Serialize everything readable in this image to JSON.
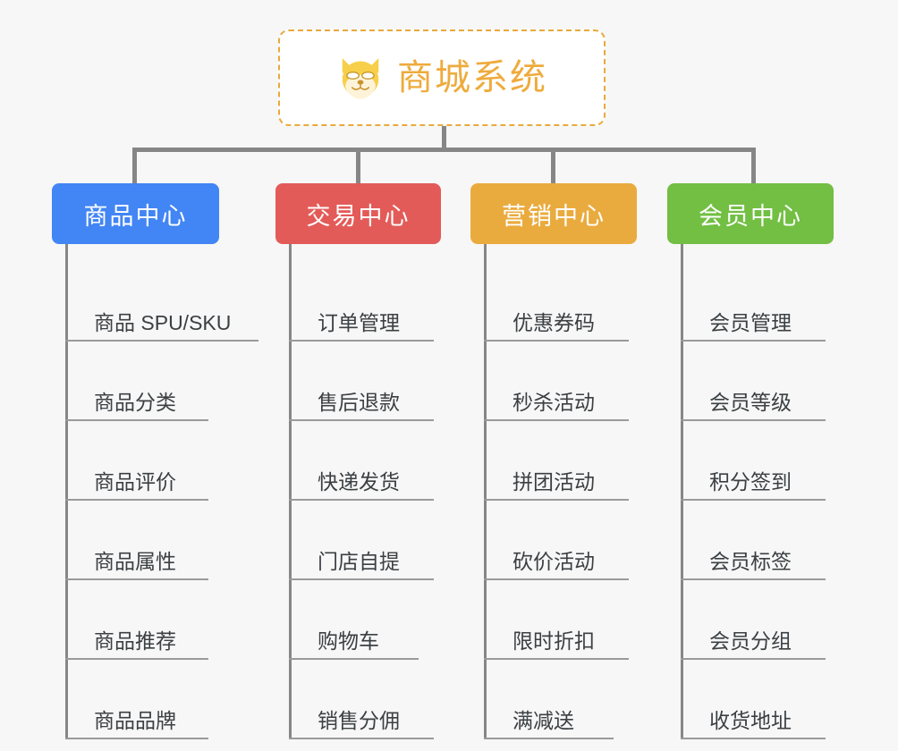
{
  "background_color": "#f7f7f7",
  "root": {
    "title": "商城系统",
    "icon": "shiba-dog-emoji",
    "border_color": "#e9a93c",
    "text_color": "#eeab3c"
  },
  "columns": [
    {
      "category": "商品中心",
      "color": "#4285f4",
      "items": [
        "商品 SPU/SKU",
        "商品分类",
        "商品评价",
        "商品属性",
        "商品推荐",
        "商品品牌"
      ]
    },
    {
      "category": "交易中心",
      "color": "#e35b58",
      "items": [
        "订单管理",
        "售后退款",
        "快递发货",
        "门店自提",
        "购物车",
        "销售分佣"
      ]
    },
    {
      "category": "营销中心",
      "color": "#eaab3e",
      "items": [
        "优惠券码",
        "秒杀活动",
        "拼团活动",
        "砍价活动",
        "限时折扣",
        "满减送"
      ]
    },
    {
      "category": "会员中心",
      "color": "#72bf44",
      "items": [
        "会员管理",
        "会员等级",
        "积分签到",
        "会员标签",
        "会员分组",
        "收货地址"
      ]
    }
  ],
  "connector_color": "#868686",
  "leaf_underline_color": "#9a9a9a",
  "leaf_text_color": "#3c4043"
}
